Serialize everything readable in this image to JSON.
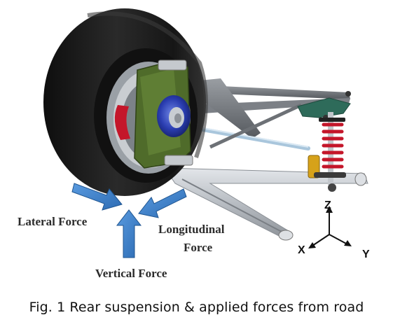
{
  "figure": {
    "labels": {
      "lateral": "Lateral Force",
      "longitudinal_line1": "Longitudinal",
      "longitudinal_line2": "Force",
      "vertical": "Vertical Force"
    },
    "axes": {
      "z": "Z",
      "x": "X",
      "y": "Y"
    },
    "caption": "Fig. 1 Rear suspension & applied forces from road"
  },
  "colors": {
    "force_arrow": "#3a7fc6",
    "tire": "#1c1c1c",
    "upright": "#4f6b2a",
    "hub": "#2b3fa8",
    "spring": "#c4162a",
    "damper_body": "#d6a21a",
    "arm_metal": "#b9bec4",
    "bellcrank": "#2e6b5a"
  }
}
